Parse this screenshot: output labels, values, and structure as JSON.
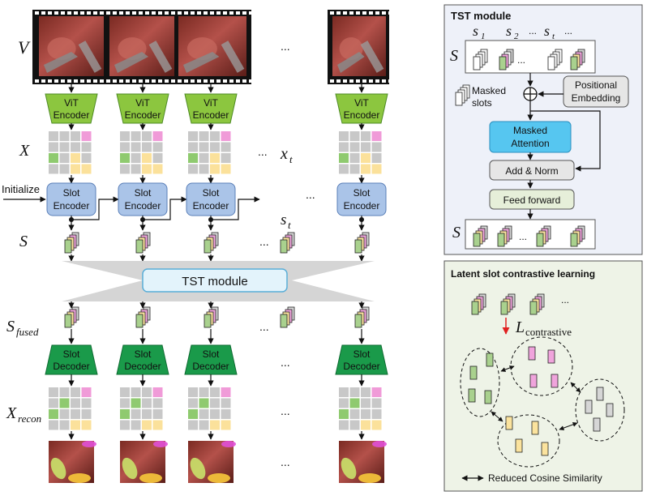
{
  "left": {
    "row_labels": {
      "V": "V",
      "X": "X",
      "S": "S",
      "S_fused": "S",
      "S_fused_sub": "fused",
      "X_recon": "X",
      "X_recon_sub": "recon"
    },
    "initialize_label": "Initialize",
    "ellipsis": "...",
    "x_t": "x",
    "x_t_sub": "t",
    "s_t": "s",
    "s_t_sub": "t",
    "vit_encoder_line1": "ViT",
    "vit_encoder_line2": "Encoder",
    "slot_encoder_line1": "Slot",
    "slot_encoder_line2": "Encoder",
    "slot_decoder_line1": "Slot",
    "slot_decoder_line2": "Decoder",
    "tst_module_label": "TST module"
  },
  "tst_panel": {
    "title": "TST module",
    "s_labels": [
      "s",
      "s",
      "s"
    ],
    "s_subs": [
      "1",
      "2",
      "t"
    ],
    "dots": "...",
    "S": "S",
    "masked_slots_line1": "Masked",
    "masked_slots_line2": "slots",
    "positional_line1": "Positional",
    "positional_line2": "Embedding",
    "masked_attention_line1": "Masked",
    "masked_attention_line2": "Attention",
    "add_norm": "Add & Norm",
    "feed_forward": "Feed forward"
  },
  "contrastive_panel": {
    "title": "Latent slot contrastive learning",
    "loss_main": "L",
    "loss_sub": "contrastive",
    "dots": "...",
    "legend": "Reduced Cosine Similarity"
  },
  "colors": {
    "vit_green": "#8cc63f",
    "decoder_green": "#1a9a4a",
    "slot_encoder_blue": "#aac4e8",
    "attention_blue": "#56c6f0",
    "grid_gray": "#c8c8c8",
    "cell_green": "#8fca6f",
    "cell_pink": "#f09bd8",
    "cell_yellow": "#fbe19b",
    "panel_bg_blue": "#eef1f9",
    "panel_bg_green": "#eef3e7",
    "gray_box": "#e6e6e6",
    "slot_green": "#a9d18e",
    "slot_pink": "#f0a4dc",
    "slot_yellow": "#fbe39e",
    "slot_gray": "#d6d6d6"
  }
}
